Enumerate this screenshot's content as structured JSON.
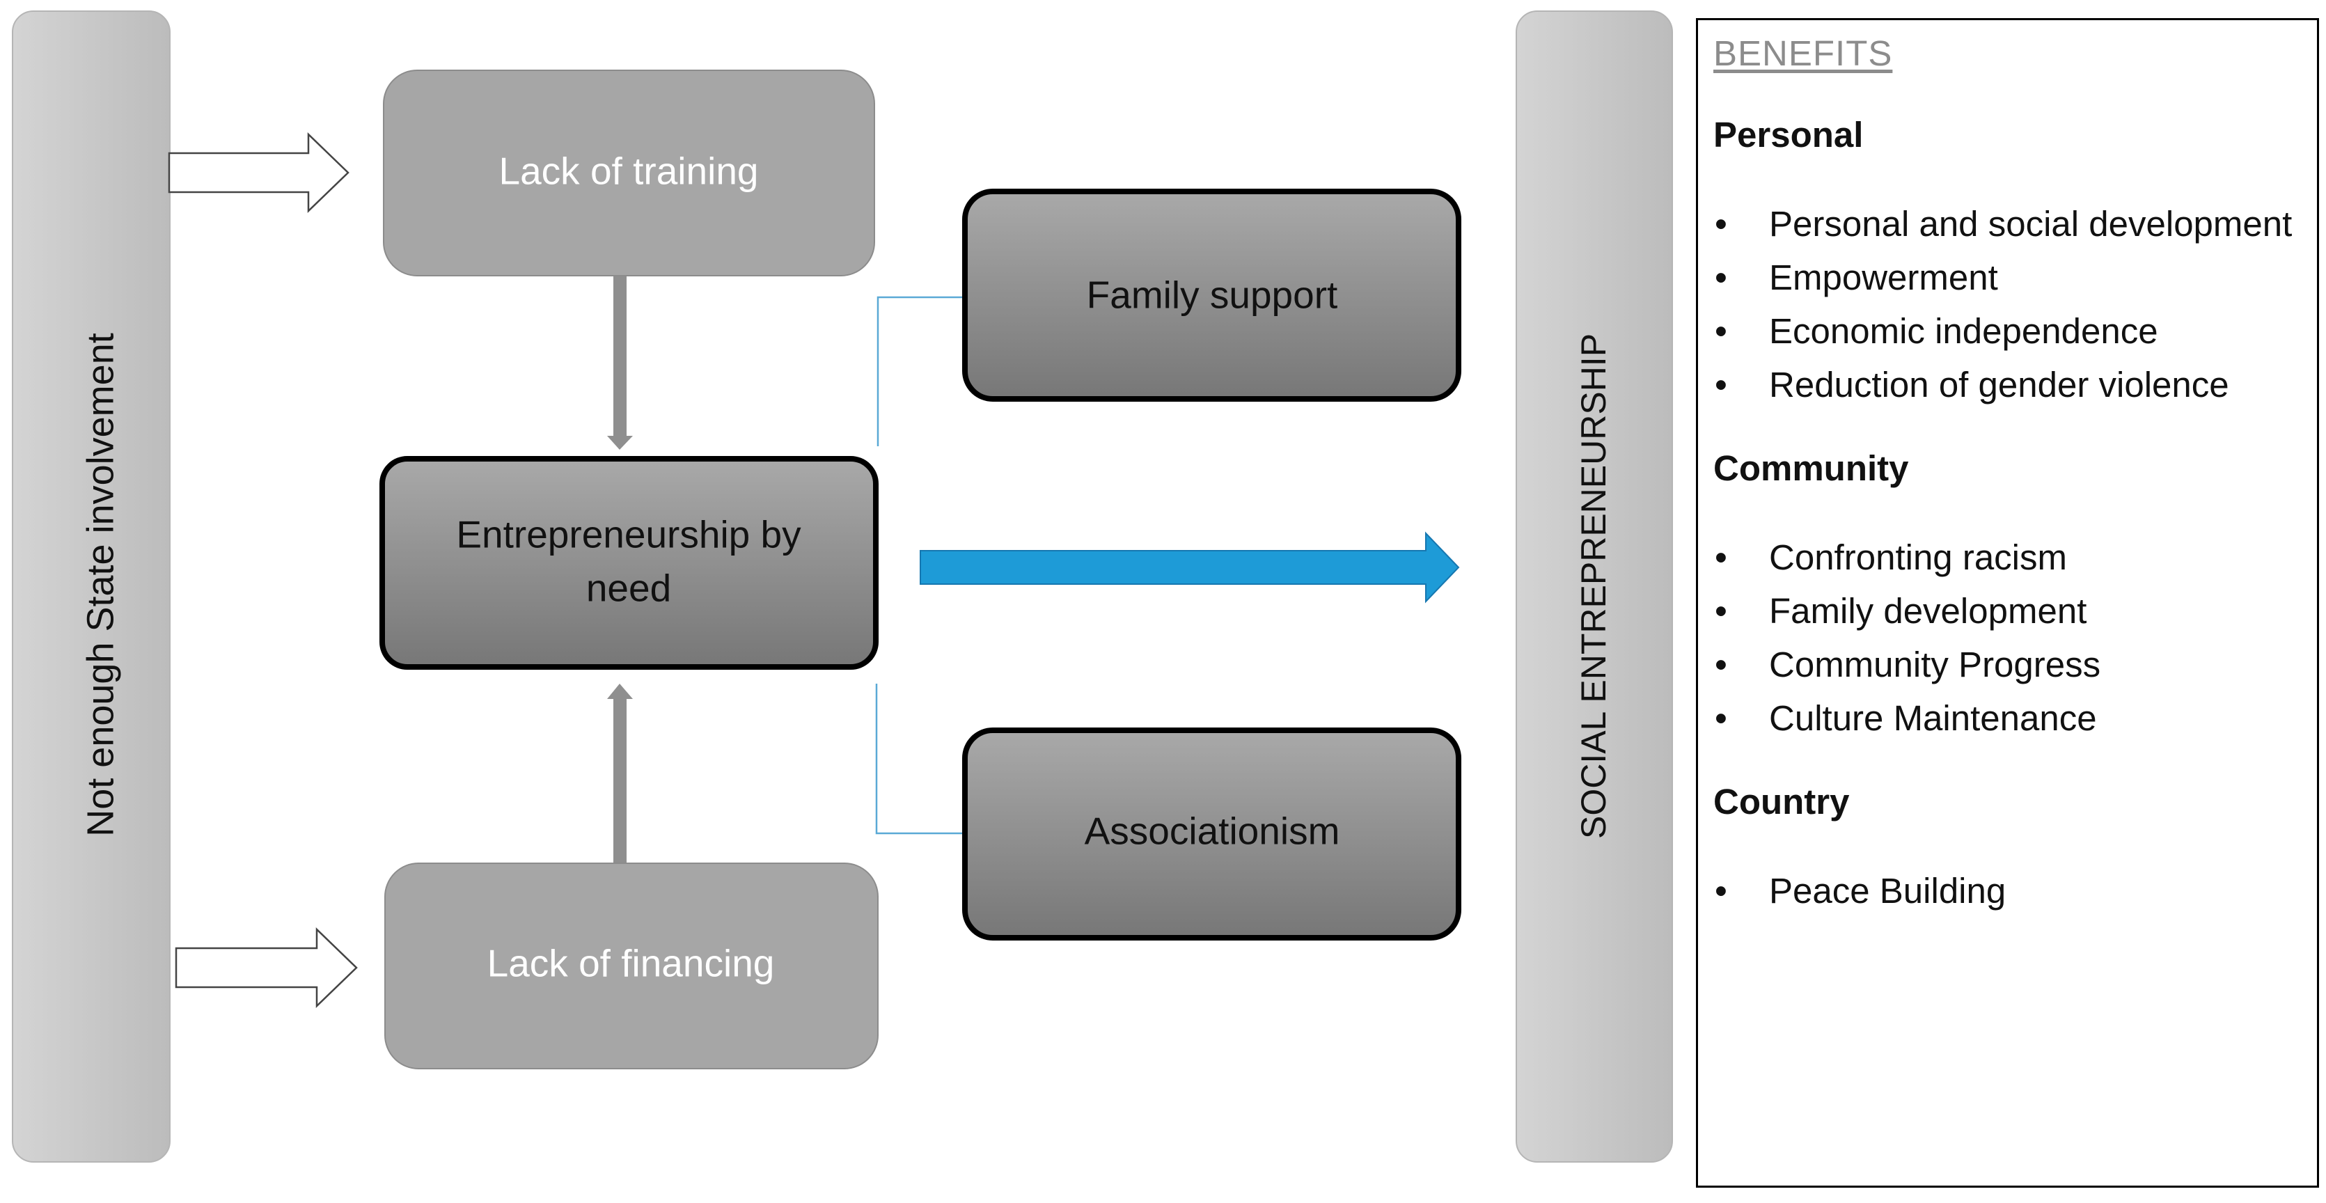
{
  "left_bar": {
    "label": "Not enough State involvement"
  },
  "right_bar": {
    "label": "SOCIAL ENTREPRENEURSHIP"
  },
  "nodes": {
    "lack_of_training": "Lack of training",
    "lack_of_financing": "Lack of financing",
    "entrepreneurship_line1": "Entrepreneurship by",
    "entrepreneurship_line2": "need",
    "family_support": "Family support",
    "associationism": "Associationism"
  },
  "benefits": {
    "heading": "BENEFITS",
    "sections": [
      {
        "title": "Personal",
        "items": [
          "Personal and social development",
          "Empowerment",
          "Economic independence",
          "Reduction of gender violence"
        ]
      },
      {
        "title": "Community",
        "items": [
          "Confronting racism",
          "Family development",
          "Community Progress",
          "Culture Maintenance"
        ]
      },
      {
        "title": "Country",
        "items": [
          "Peace Building"
        ]
      }
    ]
  },
  "colors": {
    "bar_fill": "#c8c8c8",
    "light_box": "#a6a6a6",
    "dark_box_top": "#a6a6a6",
    "dark_box_bottom": "#7a7a7a",
    "accent_arrow": "#1e9bd7",
    "connector_line": "#5aa9d6"
  }
}
